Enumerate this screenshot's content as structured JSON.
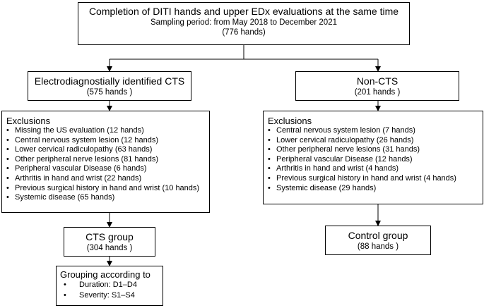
{
  "top": {
    "title": "Completion of DITI hands and upper EDx evaluations at the same time",
    "period": "Sampling period: from May 2018 to December 2021",
    "count": "(776 hands)"
  },
  "cts": {
    "title": "Electrodiagnostially identified CTS",
    "count": "(575 hands )"
  },
  "noncts": {
    "title": "Non-CTS",
    "count": "(201 hands )"
  },
  "left_exclusions": {
    "heading": "Exclusions",
    "items": [
      "Missing the US evaluation (12 hands)",
      "Central nervous system lesion (12 hands)",
      "Lower cervical radiculopathy (63 hands)",
      "Other peripheral nerve lesions (81 hands)",
      "Peripheral vascular Disease (6 hands)",
      "Arthritis in hand and wrist (22 hands)",
      "Previous surgical history in hand and wrist (10 hands)",
      "Systemic disease (65 hands)"
    ]
  },
  "right_exclusions": {
    "heading": "Exclusions",
    "items": [
      "Central nervous system lesion (7 hands)",
      "Lower cervical radiculopathy (26 hands)",
      "Other peripheral nerve lesions (31 hands)",
      "Peripheral vascular Disease (12 hands)",
      "Arthritis in hand and wrist (4 hands)",
      "Previous surgical history in hand and wrist (4 hands)",
      "Systemic disease (29 hands)"
    ]
  },
  "cts_group": {
    "title": "CTS group",
    "count": "(304 hands )"
  },
  "control_group": {
    "title": "Control group",
    "count": "(88 hands )"
  },
  "grouping": {
    "heading": "Grouping according to",
    "items": [
      "Duration: D1–D4",
      "Severity: S1–S4"
    ]
  }
}
